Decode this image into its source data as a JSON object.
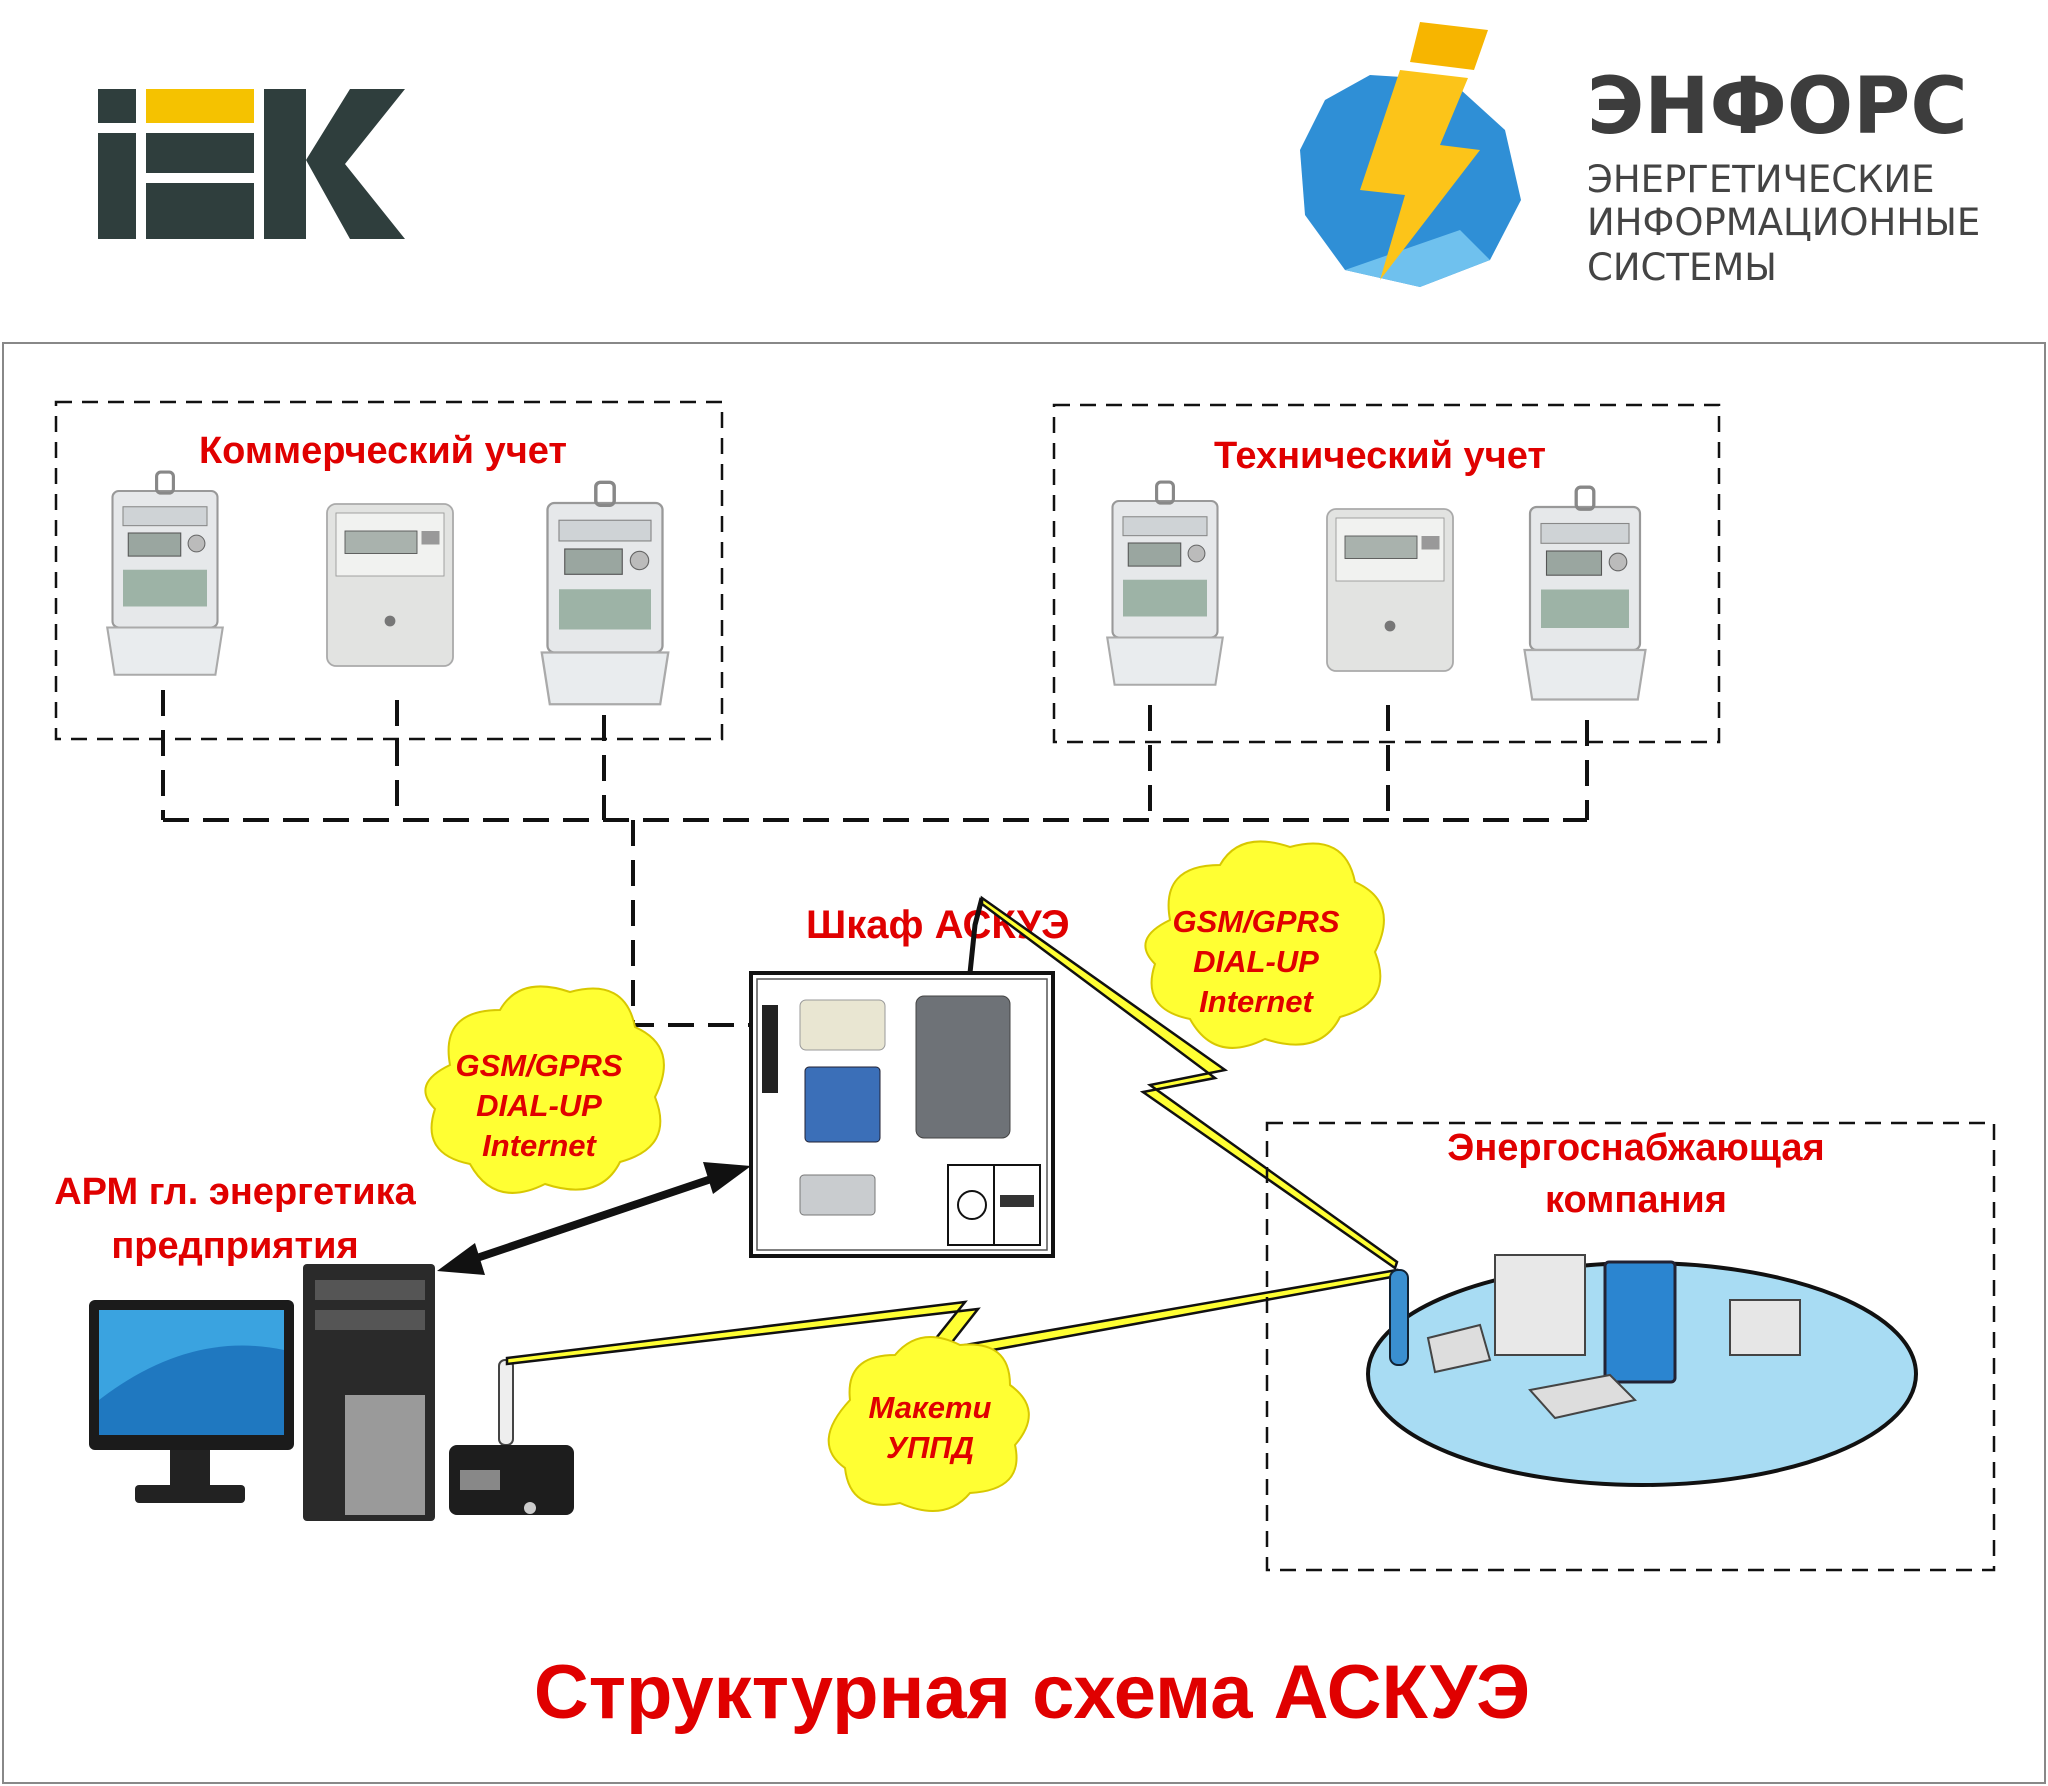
{
  "logos": {
    "iek": "IEK",
    "enfors_title": "ЭНФОРС",
    "enfors_subtitle": [
      "ЭНЕРГЕТИЧЕСКИЕ",
      "ИНФОРМАЦИОННЫЕ",
      "СИСТЕМЫ"
    ]
  },
  "groups": {
    "commercial": "Коммерческий учет",
    "technical": "Технический учет",
    "cabinet": "Шкаф АСКУЭ",
    "workstation": [
      "АРМ гл. энергетика",
      "предприятия"
    ],
    "supplier": [
      "Энергоснабжающая",
      "компания"
    ]
  },
  "clouds": {
    "cabinet_link": [
      "GSM/GPRS",
      "DIAL-UP",
      "Internet"
    ],
    "workstation_link": [
      "GSM/GPRS",
      "DIAL-UP",
      "Internet"
    ],
    "modem_link": [
      "Макети",
      "УППД"
    ]
  },
  "title": "Структурная схема АСКУЭ",
  "colors": {
    "label_red": "#e00000",
    "cloud_yellow": "#ffff33",
    "network_ellipse": "#a8dcf3",
    "iek_logo": "#2f3e3d"
  }
}
